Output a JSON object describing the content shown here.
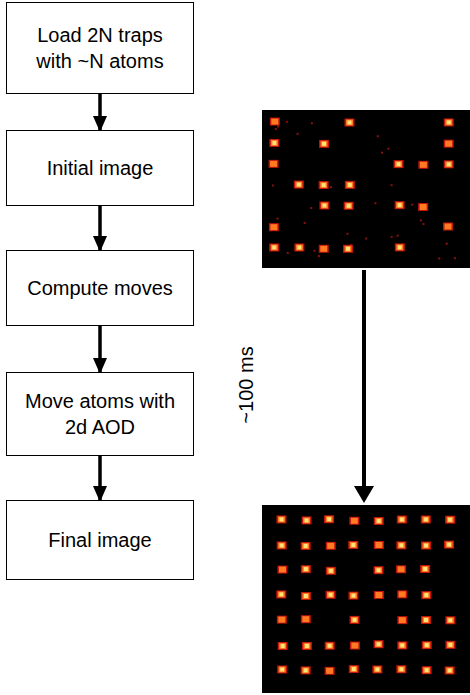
{
  "diagram": {
    "nodes": [
      {
        "text": [
          "Load 2N traps with ~N atoms"
        ]
      },
      {
        "text": [
          "Initial image"
        ]
      },
      {
        "text": [
          "Compute moves"
        ]
      },
      {
        "text": [
          "Move atoms with 2d AOD"
        ]
      },
      {
        "text": [
          "Final image"
        ]
      }
    ],
    "edges": [
      {
        "from": 0,
        "to": 1,
        "arrow": "to"
      },
      {
        "from": 1,
        "to": 2,
        "arrow": "to"
      },
      {
        "from": 2,
        "to": 3,
        "arrow": "to"
      },
      {
        "from": 3,
        "to": 4,
        "arrow": "to"
      }
    ],
    "labels": [
      "~100 ms"
    ]
  }
}
